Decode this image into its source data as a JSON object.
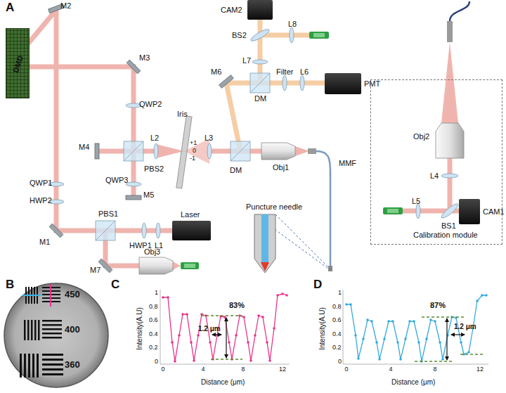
{
  "diagram": {
    "nodes": [
      {
        "text": [
          "DMD"
        ]
      },
      {
        "text": [
          "CAM2"
        ]
      },
      {
        "text": [
          "PMT"
        ]
      },
      {
        "text": [
          "Laser"
        ]
      },
      {
        "text": [
          "Calibration module"
        ]
      },
      {
        "text": [
          "CAM1"
        ],
        "in": 4
      }
    ],
    "labels": [
      "A",
      "M2",
      "M3",
      "QWP2",
      "M4",
      "PBS2",
      "QWP3",
      "M5",
      "L2",
      "Iris",
      "+1",
      "0",
      "-1",
      "L3",
      "DM",
      "Obj1",
      "MMF",
      "M6",
      "L7",
      "DM",
      "Filter",
      "L6",
      "BS2",
      "L8",
      "QWP1",
      "HWP2",
      "M1",
      "PBS1",
      "HWP1",
      "L1",
      "M7",
      "Obj3",
      "Puncture needle",
      "Obj2",
      "L4",
      "L5",
      "BS1",
      "B",
      "450",
      "400",
      "360",
      "C",
      "D",
      "83%",
      "1.2 μm",
      "Intensity(A.U)",
      "Distance (μm)",
      "1",
      "0.8",
      "0.6",
      "0.4",
      "0.2",
      "0",
      "0",
      "4",
      "8",
      "12",
      "87%",
      "1.2 μm",
      "Intensity(A.U)",
      "Distance (μm)",
      "1",
      "0.8",
      "0.6",
      "0.4",
      "0.2",
      "0",
      "0",
      "4",
      "8",
      "12"
    ]
  }
}
